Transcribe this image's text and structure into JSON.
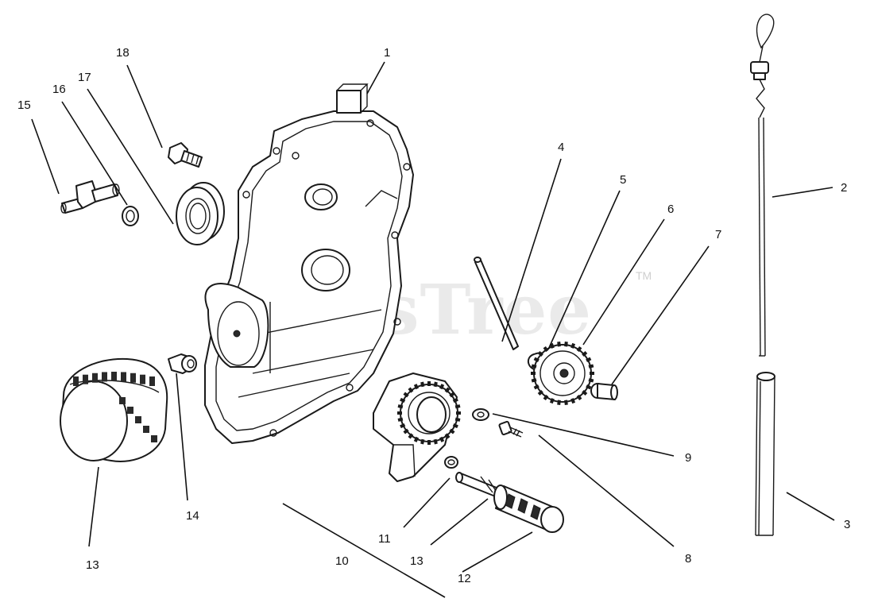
{
  "watermark": {
    "text": "PartsTree",
    "trademark": "TM"
  },
  "callouts": [
    {
      "id": "c1",
      "label": "1"
    },
    {
      "id": "c2",
      "label": "2"
    },
    {
      "id": "c3",
      "label": "3"
    },
    {
      "id": "c4",
      "label": "4"
    },
    {
      "id": "c5",
      "label": "5"
    },
    {
      "id": "c6",
      "label": "6"
    },
    {
      "id": "c7",
      "label": "7"
    },
    {
      "id": "c8",
      "label": "8"
    },
    {
      "id": "c9",
      "label": "9"
    },
    {
      "id": "c10",
      "label": "10"
    },
    {
      "id": "c11",
      "label": "11"
    },
    {
      "id": "c12",
      "label": "12"
    },
    {
      "id": "c13a",
      "label": "13"
    },
    {
      "id": "c13b",
      "label": "13"
    },
    {
      "id": "c14",
      "label": "14"
    },
    {
      "id": "c15",
      "label": "15"
    },
    {
      "id": "c16",
      "label": "16"
    },
    {
      "id": "c17",
      "label": "17"
    },
    {
      "id": "c18",
      "label": "18"
    }
  ]
}
